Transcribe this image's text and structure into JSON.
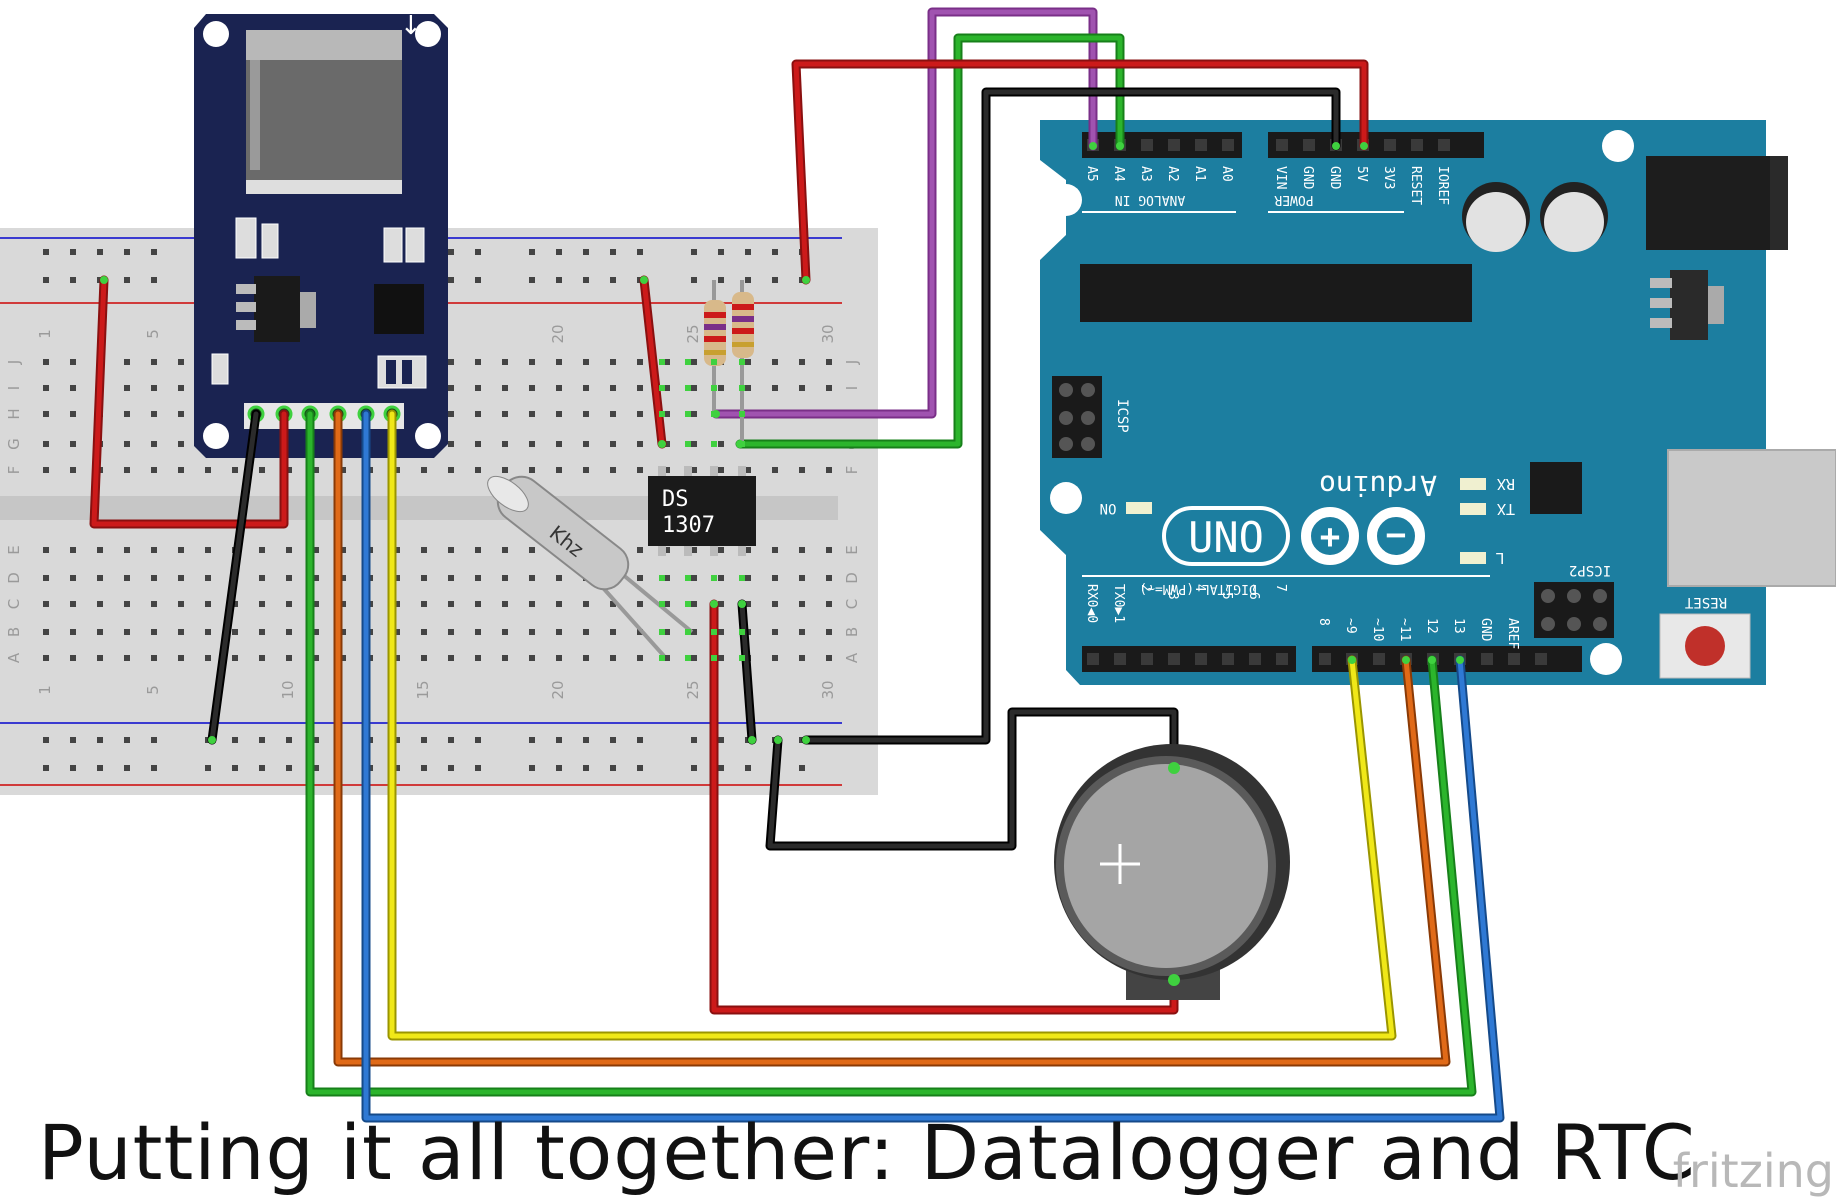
{
  "caption": "Putting it all together: Datalogger and RTC",
  "brand": "fritzing",
  "chip": {
    "line1": "DS",
    "line2": "1307"
  },
  "crystal": {
    "label": "Khz"
  },
  "arduino": {
    "logo_text": "Arduino",
    "model": "UNO",
    "digital_label": "DIGITAL (PWM=~)",
    "analog_label": "ANALOG IN",
    "power_label": "POWER",
    "icsp": "ICSP",
    "icsp2": "ICSP2",
    "reset": "RESET",
    "on": "ON",
    "rx": "RX",
    "tx": "TX",
    "l": "L",
    "analog_pins": [
      "A5",
      "A4",
      "A3",
      "A2",
      "A1",
      "A0"
    ],
    "power_pins": [
      "VIN",
      "GND",
      "GND",
      "5V",
      "3V3",
      "RESET",
      "IOREF"
    ],
    "digital_high_pins": [
      "8",
      "~9",
      "~10",
      "~11",
      "12",
      "13",
      "GND",
      "AREF"
    ],
    "digital_low_pins": [
      "RX0◀0",
      "TX0▶1",
      "2",
      "~3",
      "4",
      "~5",
      "~6",
      "7"
    ]
  },
  "breadboard": {
    "column_numbers": [
      "1",
      "5",
      "10",
      "15",
      "20",
      "25",
      "30"
    ],
    "row_letters_top": [
      "J",
      "I",
      "H",
      "G",
      "F"
    ],
    "row_letters_bottom": [
      "E",
      "D",
      "C",
      "B",
      "A"
    ]
  },
  "colors": {
    "red": "#cc1a1a",
    "black": "#1e1e1e",
    "green": "#2cb52c",
    "orange": "#e06a18",
    "blue": "#2f79d4",
    "yellow": "#f0e818",
    "purple": "#a053b0",
    "arduino_board": "#1c7ea0",
    "sd_board": "#1a2351"
  }
}
